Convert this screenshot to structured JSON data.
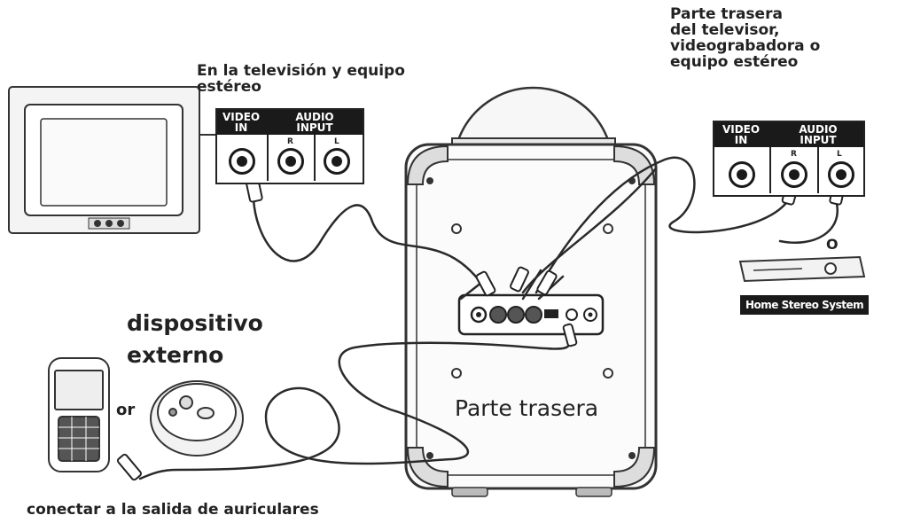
{
  "labels": {
    "tv_stereo": [
      "En la televisión y equipo",
      "estéreo"
    ],
    "rear_devices": [
      "Parte trasera",
      "del televisor,",
      "videograbadora o",
      "equipo estéreo"
    ],
    "external_device": [
      "dispositivo",
      "externo"
    ],
    "rear": "Parte trasera",
    "headphone_out": "conectar a la salida de auriculares",
    "or_word": "or",
    "o_word": "O"
  },
  "left_panel": {
    "video": [
      "VIDEO",
      "IN"
    ],
    "audio": [
      "AUDIO",
      "INPUT"
    ],
    "r": "R",
    "l": "L"
  },
  "right_panel": {
    "video": [
      "VIDEO",
      "IN"
    ],
    "audio": [
      "AUDIO",
      "INPUT"
    ],
    "r": "R",
    "l": "L"
  },
  "home_stereo": "Home Stereo System"
}
